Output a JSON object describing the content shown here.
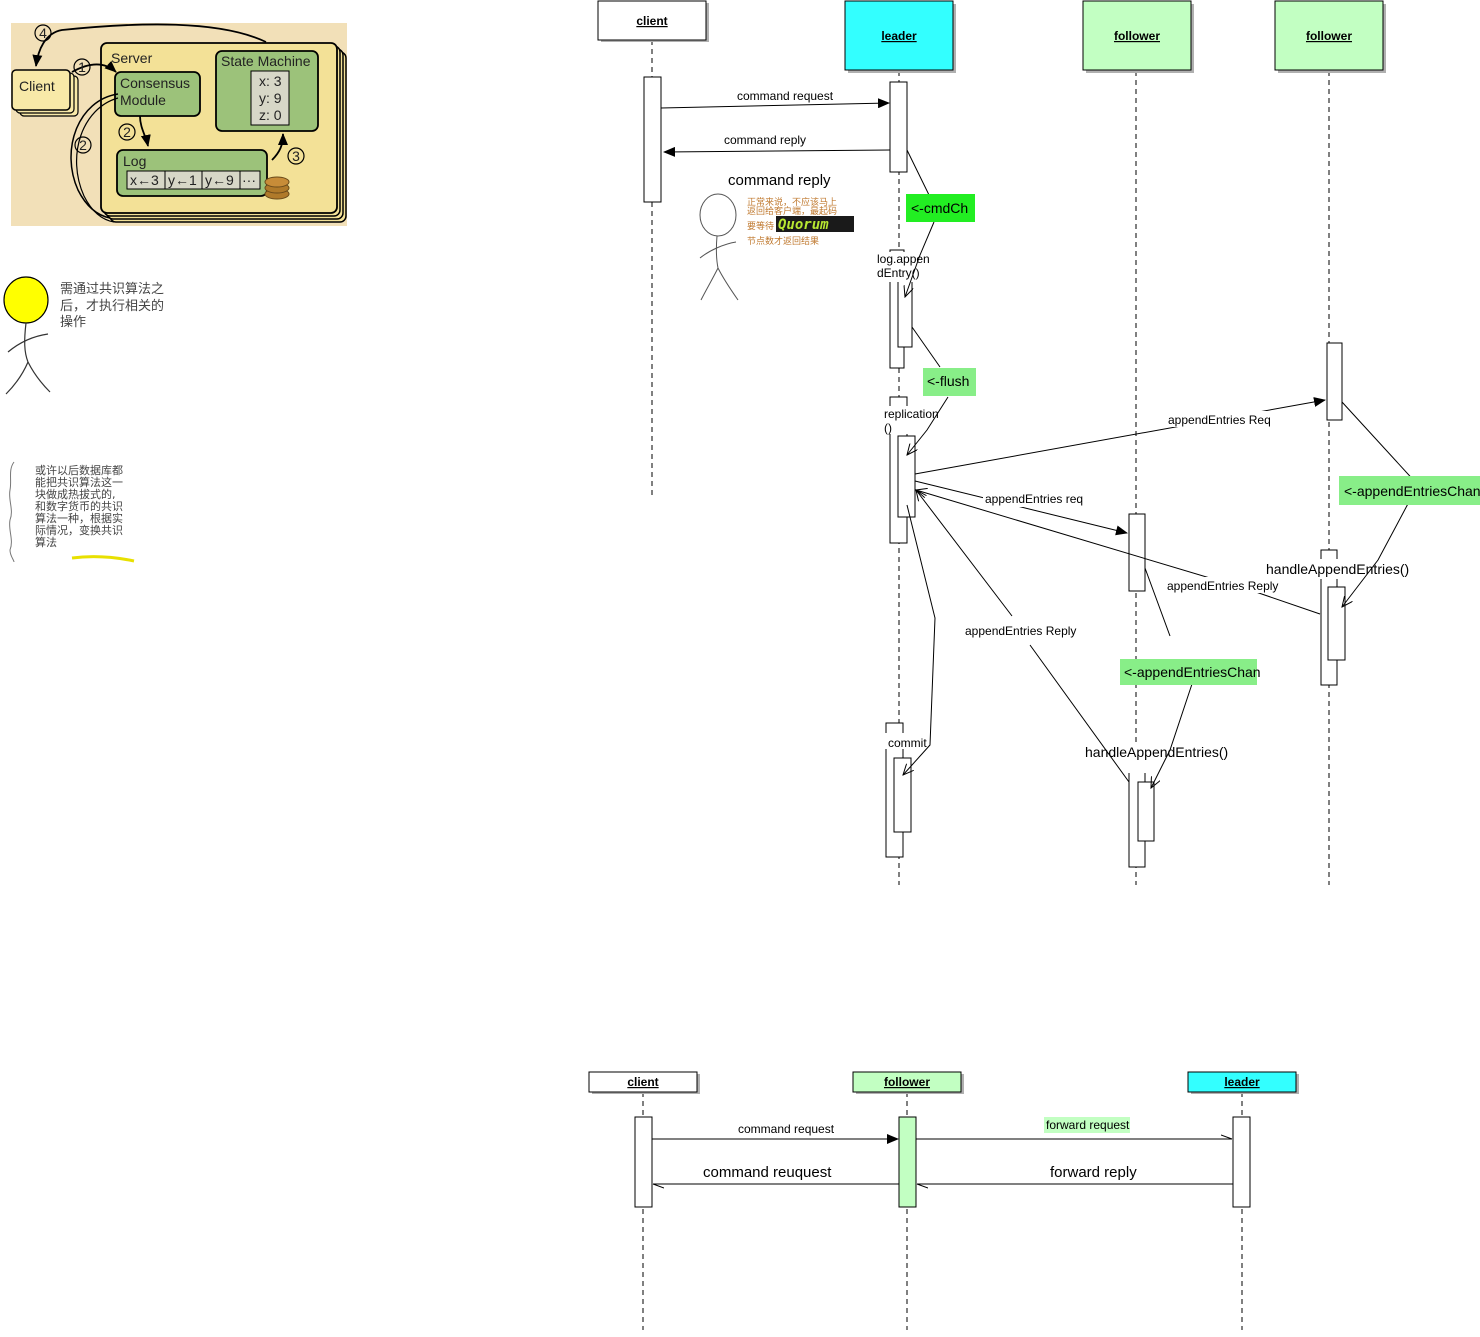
{
  "raft_figure": {
    "server_label": "Server",
    "client_label": "Client",
    "consensus_line1": "Consensus",
    "consensus_line2": "Module",
    "state_machine_label": "State Machine",
    "state_values": [
      "x: 3",
      "y: 9",
      "z: 0"
    ],
    "log_label": "Log",
    "log_entries": [
      "x←3",
      "y←1",
      "y←9",
      "···"
    ],
    "step_numbers": [
      "1",
      "2",
      "2",
      "3",
      "4"
    ]
  },
  "notes": {
    "quorum_lines": [
      "需通过共识算法之",
      "后，才执行相关的",
      "操作"
    ],
    "future_lines": [
      "或许以后数据库都",
      "能把共识算法这一",
      "块做成热拔式的,",
      "和数字货币的共识",
      "算法一种，根据实",
      "际情况，变换共识",
      "算法"
    ],
    "reply_note_title": "command reply",
    "reply_note_lines": [
      "正常来说，不应该马上",
      "返回给客户端，最起码",
      "要等待",
      "节点数才返回结果"
    ],
    "quorum_word": "Quorum"
  },
  "diagram1": {
    "participants": {
      "client": "client",
      "leader": "leader",
      "follower1": "follower",
      "follower2": "follower"
    },
    "messages": {
      "command_request": "command request",
      "command_reply": "command reply",
      "append_req_upper": "appendEntries Req",
      "append_req_lower": "appendEntries req",
      "append_reply_f2": "appendEntries Reply",
      "append_reply_f1": "appendEntries Reply"
    },
    "activities": {
      "log_append_1": "log.appen",
      "log_append_2": "dEntry()",
      "replication_1": "replication",
      "replication_2": "()",
      "commit": "commit",
      "handle_f1": "handleAppendEntries()",
      "handle_f2": "handleAppendEntries()"
    },
    "channels": {
      "cmd_ch": "<-cmdCh",
      "flush": "<-flush",
      "append_chan_f1": "<-appendEntriesChan",
      "append_chan_f2": "<-appendEntriesChan"
    }
  },
  "diagram2": {
    "participants": {
      "client": "client",
      "follower": "follower",
      "leader": "leader"
    },
    "messages": {
      "command_request": "command request",
      "forward_request": "forward request",
      "command_reuquest": "command reuquest",
      "forward_reply": "forward reply"
    }
  },
  "colors": {
    "leader": "#33ffff",
    "follower": "#c2ffc2",
    "channel_bright": "#22ee22",
    "channel_pale": "#88ee88",
    "raft_bg": "#f2e0b8",
    "server_fill": "#f3e197",
    "module_fill": "#9cc27a",
    "quorum_bg": "#1a1a1a",
    "quorum_fg": "#b8e832",
    "head_yellow": "#ffff00"
  }
}
